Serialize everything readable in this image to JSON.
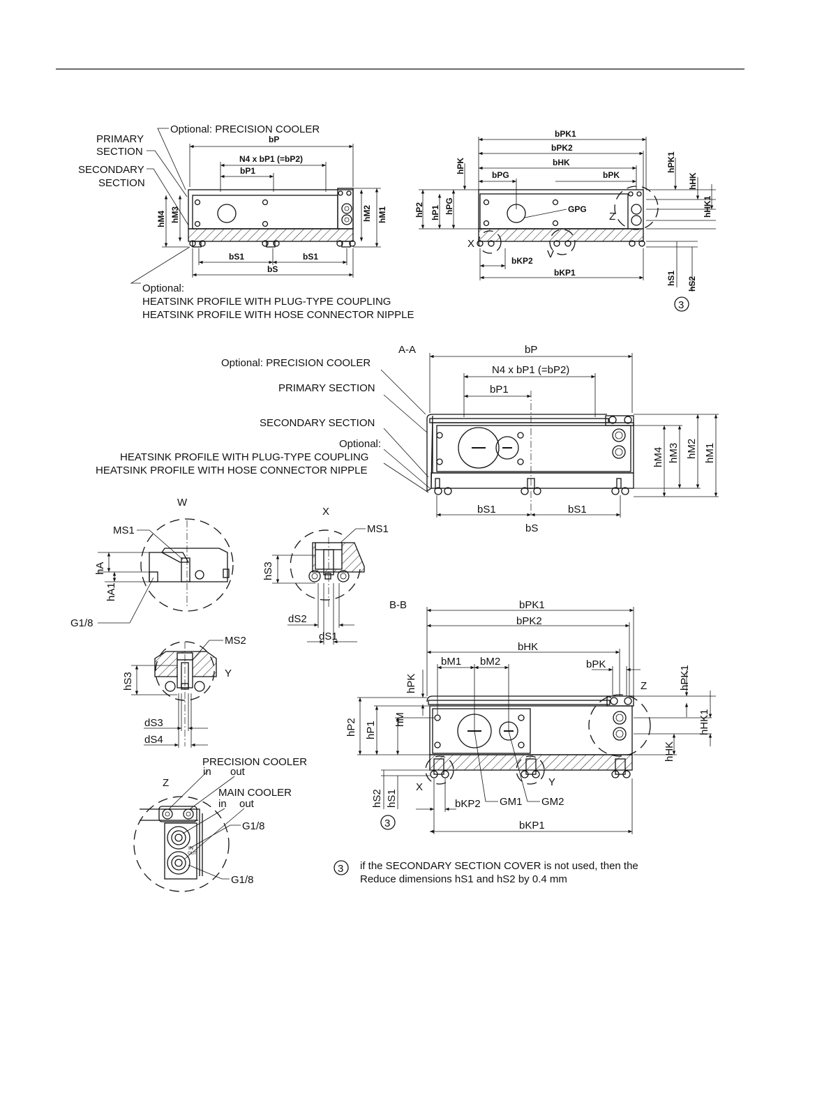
{
  "top_left": {
    "title_precision": "Optional: PRECISION COOLER",
    "primary_1": "PRIMARY",
    "primary_2": "SECTION",
    "secondary_1": "SECONDARY",
    "secondary_2": "SECTION",
    "optional": "Optional:",
    "heatsink_plug": "HEATSINK PROFILE WITH PLUG-TYPE COUPLING",
    "heatsink_hose": "HEATSINK PROFILE WITH HOSE CONNECTOR NIPPLE",
    "dims": {
      "bP": "bP",
      "N4": "N4 x bP1 (=bP2)",
      "bP1": "bP1",
      "hM4": "hM4",
      "hM3": "hM3",
      "hM2": "hM2",
      "hM1": "hM1",
      "bS1a": "bS1",
      "bS1b": "bS1",
      "bS": "bS"
    }
  },
  "top_right": {
    "dims": {
      "bPK1": "bPK1",
      "bPK2": "bPK2",
      "bHK": "bHK",
      "bPG": "bPG",
      "bPK": "bPK",
      "hPK": "hPK",
      "hPK1": "hPK1",
      "hHK": "hHK",
      "hHK1": "hHK1",
      "hP2": "hP2",
      "hP1": "hP1",
      "hPG": "hPG",
      "GPG": "GPG",
      "Z": "Z",
      "X": "X",
      "V": "V",
      "bKP2": "bKP2",
      "bKP1": "bKP1",
      "hS1": "hS1",
      "hS2": "hS2"
    },
    "note_marker": "3"
  },
  "section_aa": {
    "title": "A-A",
    "precision": "Optional: PRECISION COOLER",
    "primary": "PRIMARY SECTION",
    "secondary": "SECONDARY SECTION",
    "optional": "Optional:",
    "heatsink_plug": "HEATSINK PROFILE WITH PLUG-TYPE COUPLING",
    "heatsink_hose": "HEATSINK PROFILE WITH HOSE CONNECTOR NIPPLE",
    "dims": {
      "bP": "bP",
      "N4": "N4 x bP1 (=bP2)",
      "bP1": "bP1",
      "hM4": "hM4",
      "hM3": "hM3",
      "hM2": "hM2",
      "hM1": "hM1",
      "bS1a": "bS1",
      "bS1b": "bS1",
      "bS": "bS"
    }
  },
  "detail_w": {
    "title": "W",
    "MS1": "MS1",
    "hA": "hA",
    "hA1": "hA1",
    "G18": "G1/8"
  },
  "detail_x": {
    "title": "X",
    "MS1": "MS1",
    "hS3": "hS3",
    "dS2": "dS2",
    "dS1": "dS1"
  },
  "detail_y": {
    "title": "Y",
    "MS2": "MS2",
    "hS3": "hS3",
    "dS3": "dS3",
    "dS4": "dS4"
  },
  "detail_z": {
    "title": "Z",
    "precision": "PRECISION COOLER",
    "pc_in": "in",
    "pc_out": "out",
    "main": "MAIN COOLER",
    "mc_in": "in",
    "mc_out": "out",
    "g18a": "G1/8",
    "g18b": "G1/8",
    "in_mark": "IN",
    "out_mark": "OUT"
  },
  "section_bb": {
    "title": "B-B",
    "dims": {
      "bPK1": "bPK1",
      "bPK2": "bPK2",
      "bHK": "bHK",
      "bM1": "bM1",
      "bM2": "bM2",
      "bPK": "bPK",
      "hPK": "hPK",
      "hPK1": "hPK1",
      "hHK1": "hHK1",
      "hHK": "hHK",
      "hP2": "hP2",
      "hP1": "hP1",
      "hM": "hM",
      "Z": "Z",
      "X": "X",
      "Y": "Y",
      "hS2": "hS2",
      "hS1": "hS1",
      "bKP2": "bKP2",
      "GM1": "GM1",
      "GM2": "GM2",
      "bKP1": "bKP1"
    },
    "note_marker": "3"
  },
  "footnote": {
    "marker": "3",
    "line1": "if the SECONDARY SECTION COVER is not used, then the",
    "line2": "Reduce dimensions hS1 and hS2 by 0.4 mm"
  }
}
